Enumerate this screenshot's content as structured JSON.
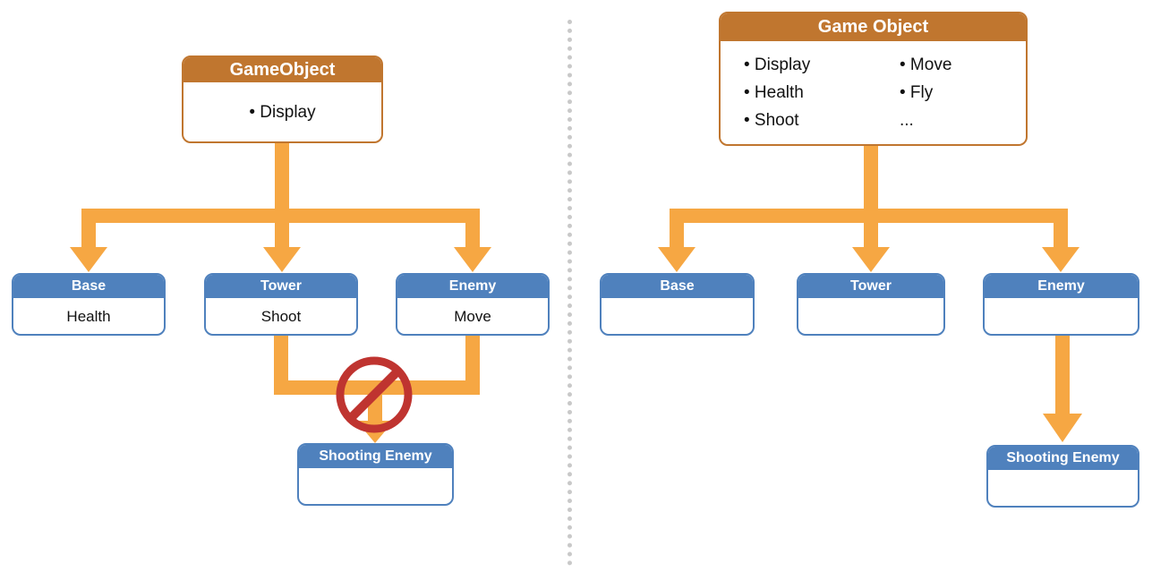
{
  "colors": {
    "orange_header": "#C0762F",
    "blue_header": "#4F81BD",
    "arrow_orange": "#F6A743",
    "prohibition_red": "#BF3430",
    "divider_gray": "#C9C9C9",
    "body_bg": "#FFFFFF",
    "text_dark": "#111111"
  },
  "left_diagram": {
    "root": {
      "title": "GameObject",
      "item": "• Display"
    },
    "children": [
      {
        "title": "Base",
        "body": "Health"
      },
      {
        "title": "Tower",
        "body": "Shoot"
      },
      {
        "title": "Enemy",
        "body": "Move"
      }
    ],
    "merged_child": {
      "title": "Shooting Enemy",
      "body": ""
    },
    "prohibition_icon": "no-symbol"
  },
  "right_diagram": {
    "root": {
      "title": "Game Object",
      "col1": [
        "• Display",
        "• Health",
        "• Shoot"
      ],
      "col2": [
        "• Move",
        "• Fly",
        "..."
      ]
    },
    "children": [
      {
        "title": "Base",
        "body": ""
      },
      {
        "title": "Tower",
        "body": ""
      },
      {
        "title": "Enemy",
        "body": ""
      }
    ],
    "child_of_enemy": {
      "title": "Shooting Enemy",
      "body": ""
    }
  }
}
